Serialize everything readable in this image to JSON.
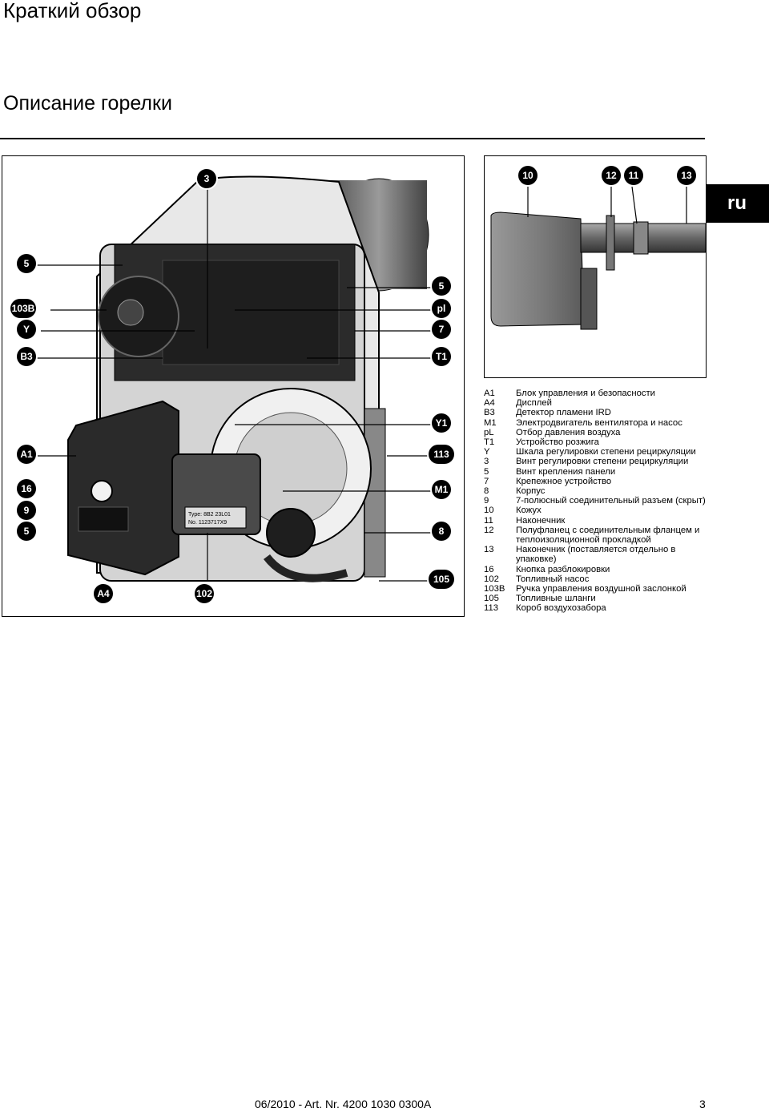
{
  "header": {
    "title": "Краткий обзор",
    "subtitle": "Описание горелки",
    "lang": "ru"
  },
  "figure_main": {
    "callouts": [
      "3",
      "5",
      "103B",
      "Y",
      "B3",
      "A1",
      "16",
      "9",
      "5",
      "A4",
      "102",
      "5",
      "pl",
      "7",
      "T1",
      "Y1",
      "113",
      "M1",
      "8",
      "105"
    ],
    "plate_lines": [
      "Type: 8B2 23L01",
      "No. 1123717X9"
    ]
  },
  "figure_side": {
    "callouts": [
      "10",
      "12",
      "11",
      "13"
    ]
  },
  "legend": [
    {
      "code": "A1",
      "text": "Блок управления и безопасности"
    },
    {
      "code": "A4",
      "text": "Дисплей"
    },
    {
      "code": "B3",
      "text": "Детектор пламени IRD"
    },
    {
      "code": "M1",
      "text": "Электродвигатель вентилятора и насос"
    },
    {
      "code": "pL",
      "text": "Отбор давления воздуха"
    },
    {
      "code": "T1",
      "text": "Устройство розжига"
    },
    {
      "code": "Y",
      "text": "Шкала регулировки степени рециркуляции"
    },
    {
      "code": "3",
      "text": "Винт регулировки степени рециркуляции"
    },
    {
      "code": "5",
      "text": "Винт крепления панели"
    },
    {
      "code": "7",
      "text": "Крепежное устройство"
    },
    {
      "code": "8",
      "text": "Корпус"
    },
    {
      "code": "9",
      "text": "7-полюсный соединительный разъем (скрыт)"
    },
    {
      "code": "10",
      "text": "Кожух"
    },
    {
      "code": "11",
      "text": "Наконечник"
    },
    {
      "code": "12",
      "text": "Полуфланец с соединительным фланцем и теплоизоляционной прокладкой"
    },
    {
      "code": "13",
      "text": "Наконечник (поставляется отдельно в упаковке)"
    },
    {
      "code": "16",
      "text": "Кнопка разблокировки"
    },
    {
      "code": "102",
      "text": "Топливный насос"
    },
    {
      "code": "103B",
      "text": "Ручка управления воздушной заслонкой"
    },
    {
      "code": "105",
      "text": "Топливные шланги"
    },
    {
      "code": "113",
      "text": "Короб воздухозабора"
    }
  ],
  "footer": {
    "art": "06/2010 - Art. Nr. 4200 1030 0300A",
    "page": "3"
  }
}
